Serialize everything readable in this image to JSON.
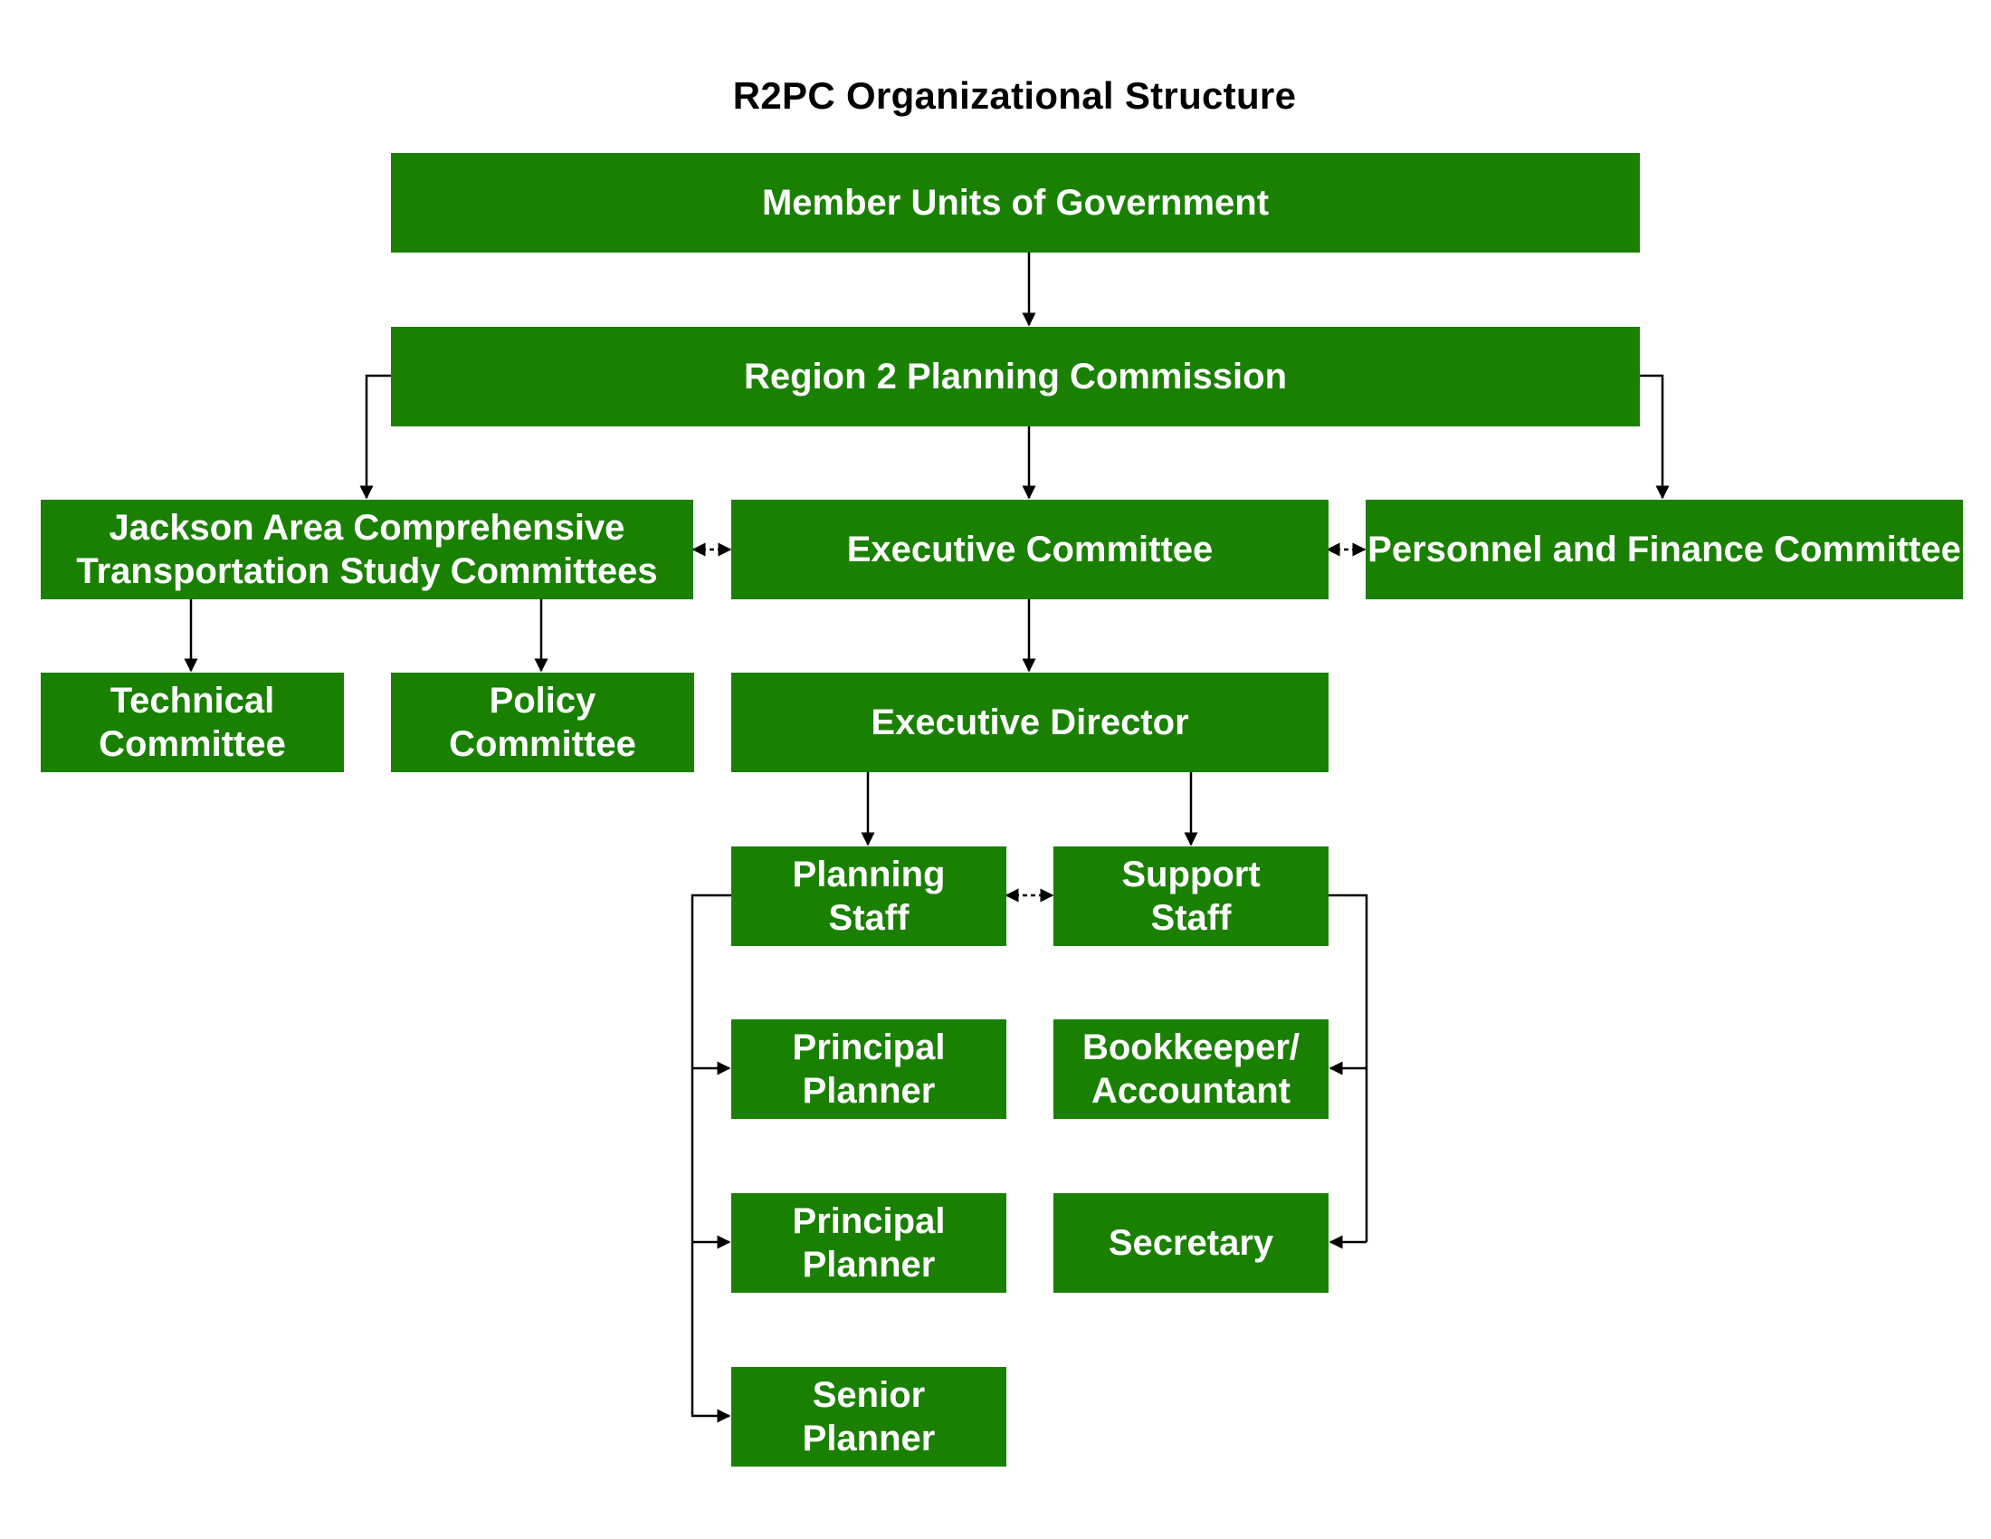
{
  "title": "R2PC Organizational Structure",
  "colors": {
    "node_fill": "#1a8002",
    "node_text": "#ffffff",
    "connector": "#000000"
  },
  "nodes": {
    "member_units": "Member Units of Government",
    "r2pc": "Region 2 Planning Commission",
    "jacts": "Jackson Area Comprehensive\nTransportation Study Committees",
    "executive_committee": "Executive Committee",
    "personnel_finance": "Personnel and Finance Committee",
    "technical_committee": "Technical\nCommittee",
    "policy_committee": "Policy\nCommittee",
    "executive_director": "Executive Director",
    "planning_staff": "Planning\nStaff",
    "support_staff": "Support\nStaff",
    "principal_planner_1": "Principal\nPlanner",
    "principal_planner_2": "Principal\nPlanner",
    "senior_planner": "Senior\nPlanner",
    "bookkeeper": "Bookkeeper/\nAccountant",
    "secretary": "Secretary"
  }
}
